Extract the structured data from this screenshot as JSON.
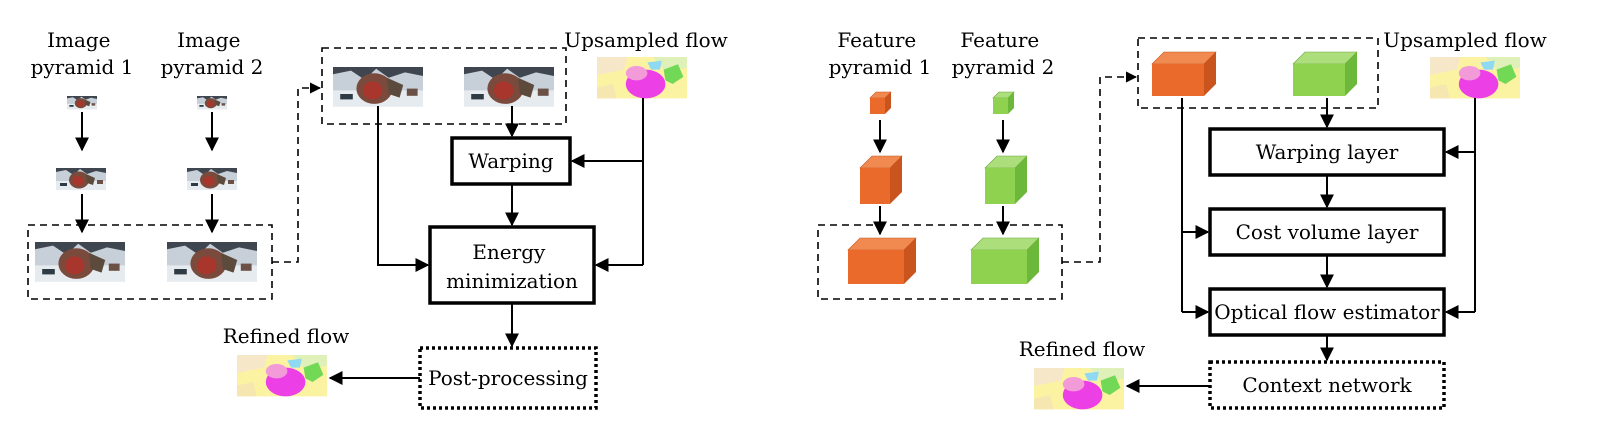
{
  "colors": {
    "feature1": "#e96a2b",
    "feature2": "#8fd24f",
    "flow_bg": "#fbf3a2",
    "flow_magenta": "#ec3fe6",
    "photo_dark": "#6b5046",
    "photo_snow": "#c7cfd8"
  },
  "left": {
    "pyramid1_label": [
      "Image",
      "pyramid 1"
    ],
    "pyramid2_label": [
      "Image",
      "pyramid 2"
    ],
    "upsampled_label": "Upsampled flow",
    "warping_label": "Warping",
    "energy_label": [
      "Energy",
      "minimization"
    ],
    "post_label": "Post-processing",
    "refined_label": "Refined flow"
  },
  "right": {
    "pyramid1_label": [
      "Feature",
      "pyramid 1"
    ],
    "pyramid2_label": [
      "Feature",
      "pyramid 2"
    ],
    "upsampled_label": "Upsampled flow",
    "warping_label": "Warping layer",
    "cost_label": "Cost volume layer",
    "estimator_label": "Optical flow estimator",
    "context_label": "Context network",
    "refined_label": "Refined flow"
  }
}
